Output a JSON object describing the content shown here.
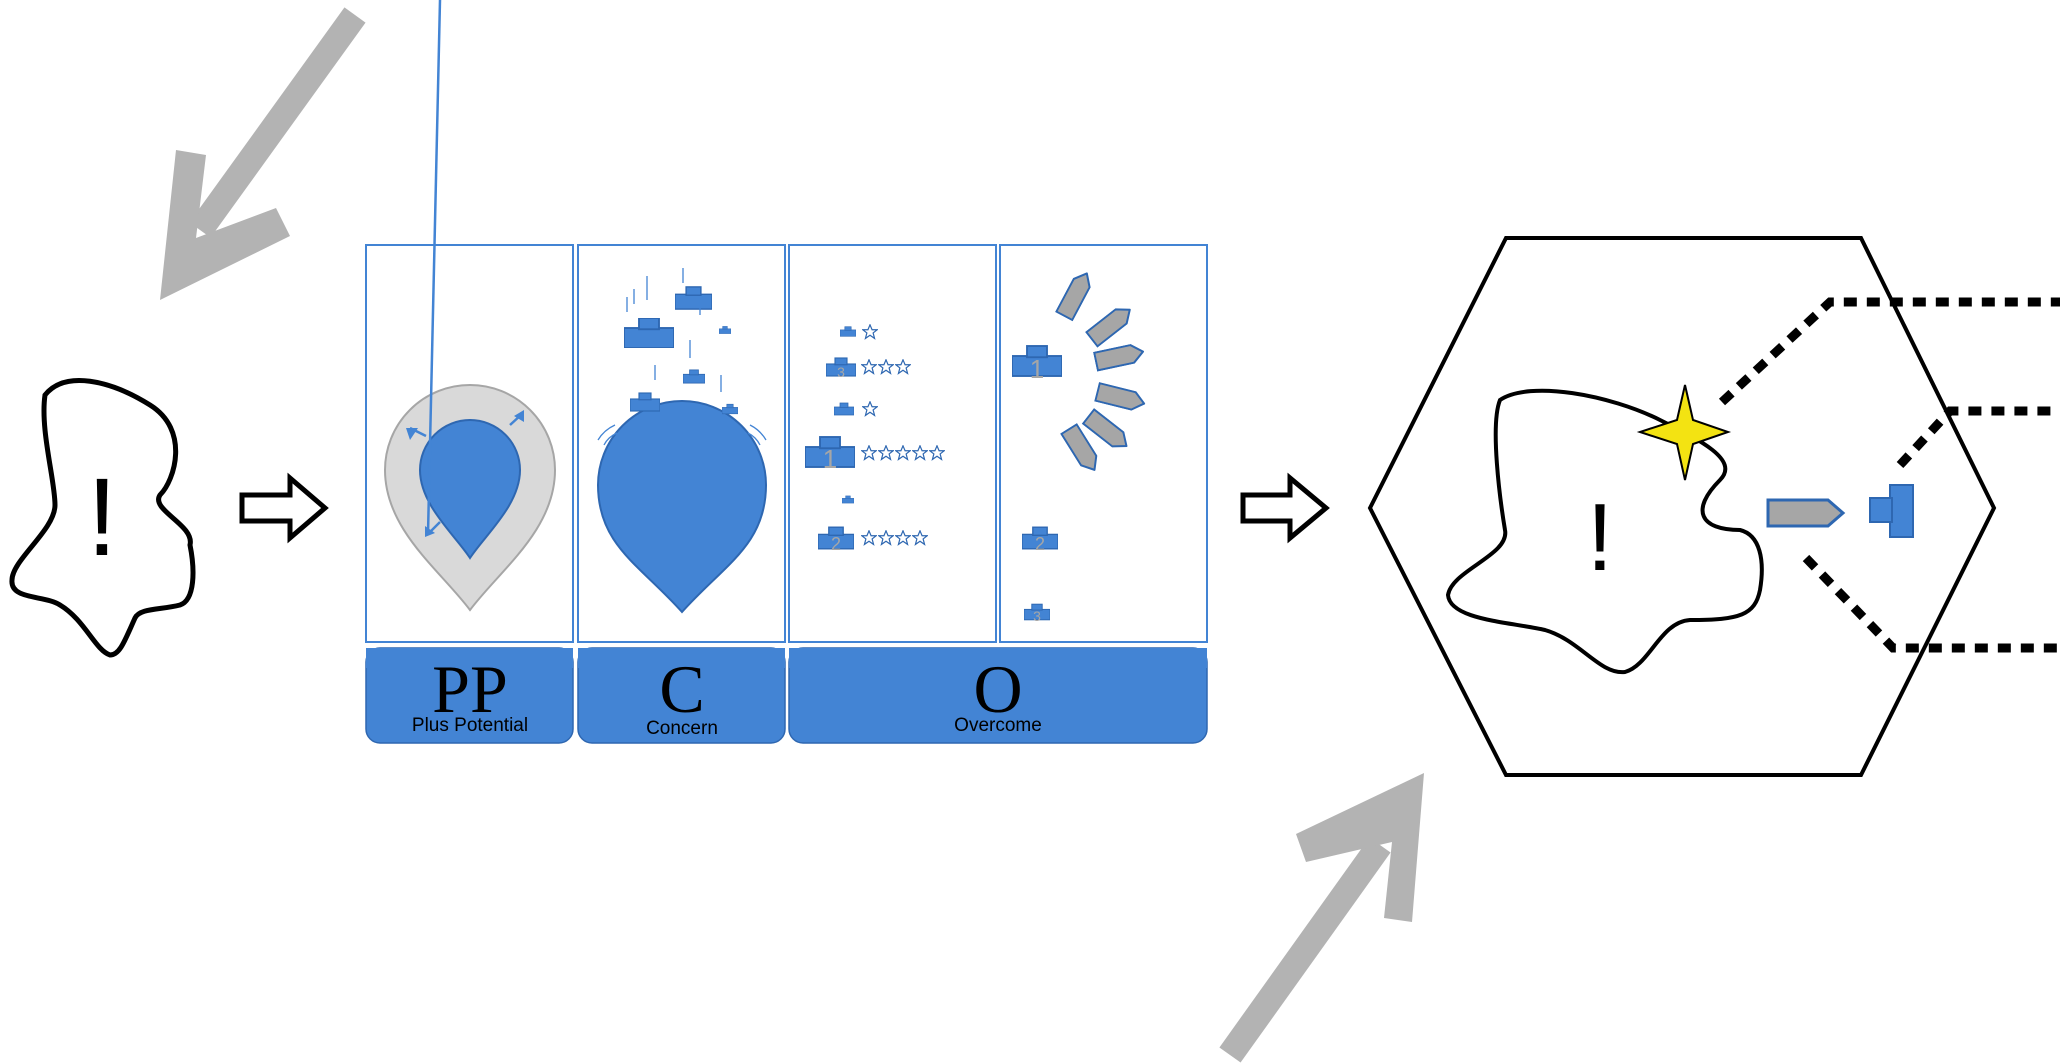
{
  "colors": {
    "blue": "#4384D4",
    "blue_stroke": "#2E67B1",
    "gray_arrow": "#B3B3B3",
    "gray_fill": "#A6A6A6",
    "gray_ring": "#D9D9D9",
    "star_yellow": "#F3E312",
    "black": "#000000",
    "white": "#FFFFFF"
  },
  "left_blob": {
    "symbol": "!"
  },
  "right_blob": {
    "symbol": "!"
  },
  "panels": [
    {
      "letter": "PP",
      "caption": "Plus Potential"
    },
    {
      "letter": "C",
      "caption": "Concern"
    },
    {
      "letter": "O",
      "caption": "Overcome"
    }
  ],
  "rank_numbers": {
    "list": [
      "3",
      "1",
      "2"
    ],
    "column": [
      "1",
      "2",
      "3"
    ]
  },
  "icons": [
    "gray-arrow-icon",
    "block-arrow-icon",
    "podium-icon",
    "star-icon",
    "map-pin-icon",
    "hexagon-icon",
    "sparkle-star-icon",
    "pencil-icon"
  ]
}
